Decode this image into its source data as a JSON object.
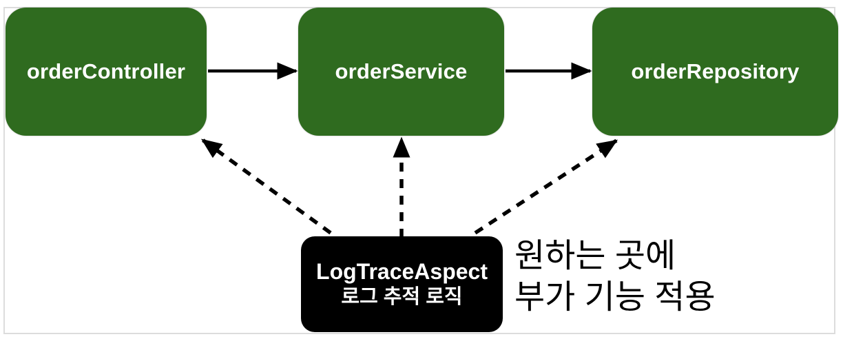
{
  "diagram": {
    "nodes": {
      "controller": {
        "label": "orderController"
      },
      "service": {
        "label": "orderService"
      },
      "repository": {
        "label": "orderRepository"
      }
    },
    "aspect": {
      "name": "LogTraceAspect",
      "description": "로그 추적 로직"
    },
    "annotation": {
      "line1": "원하는 곳에",
      "line2": "부가 기능 적용"
    },
    "edges": [
      {
        "from": "orderController",
        "to": "orderService",
        "style": "solid"
      },
      {
        "from": "orderService",
        "to": "orderRepository",
        "style": "solid"
      },
      {
        "from": "LogTraceAspect",
        "to": "orderController",
        "style": "dashed"
      },
      {
        "from": "LogTraceAspect",
        "to": "orderService",
        "style": "dashed"
      },
      {
        "from": "LogTraceAspect",
        "to": "orderRepository",
        "style": "dashed"
      }
    ],
    "colors": {
      "bean_fill": "#2f6b1f",
      "bean_text": "#ffffff",
      "aspect_fill": "#000000",
      "aspect_text": "#ffffff",
      "arrow": "#000000",
      "annotation_text": "#000000",
      "frame_border": "#dcdcdc",
      "background": "#ffffff"
    }
  }
}
